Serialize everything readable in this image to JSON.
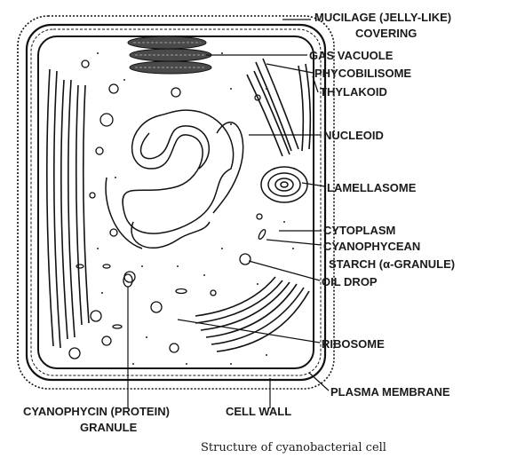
{
  "labels": {
    "mucilage_1": "MUCILAGE (JELLY-LIKE)",
    "mucilage_2": "COVERING",
    "gas_vacuole": "GAS VACUOLE",
    "phycobilisome": "PHYCOBILISOME",
    "thylakoid": "THYLAKOID",
    "nucleoid": "NUCLEOID",
    "lamellasome": "LAMELLASOME",
    "cytoplasm": "CYTOPLASM",
    "cyanophycean": "CYANOPHYCEAN",
    "starch": "STARCH (α-GRANULE)",
    "oil_drop": "OIL DROP",
    "ribosome": "RIBOSOME",
    "plasma_membrane": "PLASMA MEMBRANE",
    "cyanophycin_1": "CYANOPHYCIN (PROTEIN)",
    "cyanophycin_2": "GRANULE",
    "cell_wall": "CELL WALL"
  },
  "caption": "Structure of cyanobacterial cell"
}
